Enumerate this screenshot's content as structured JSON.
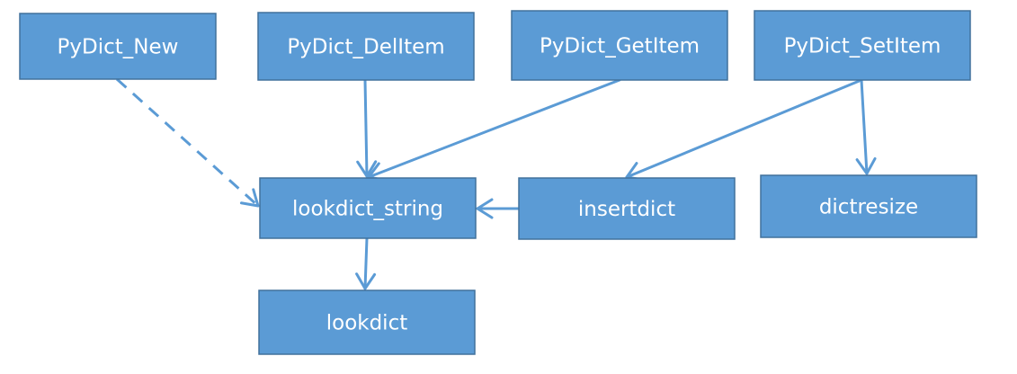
{
  "colors": {
    "node_fill": "#5b9bd5",
    "node_border": "#41719c",
    "node_text": "#ffffff",
    "edge": "#5b9bd5"
  },
  "nodes": [
    {
      "id": "pydict_new",
      "label": "PyDict_New"
    },
    {
      "id": "pydict_delitem",
      "label": "PyDict_DelItem"
    },
    {
      "id": "pydict_getitem",
      "label": "PyDict_GetItem"
    },
    {
      "id": "pydict_setitem",
      "label": "PyDict_SetItem"
    },
    {
      "id": "lookdict_string",
      "label": "lookdict_string"
    },
    {
      "id": "insertdict",
      "label": "insertdict"
    },
    {
      "id": "dictresize",
      "label": "dictresize"
    },
    {
      "id": "lookdict",
      "label": "lookdict"
    }
  ],
  "edges": [
    {
      "from": "pydict_new",
      "to": "lookdict_string",
      "style": "dashed"
    },
    {
      "from": "pydict_delitem",
      "to": "lookdict_string",
      "style": "solid"
    },
    {
      "from": "pydict_getitem",
      "to": "lookdict_string",
      "style": "solid"
    },
    {
      "from": "pydict_setitem",
      "to": "insertdict",
      "style": "solid"
    },
    {
      "from": "pydict_setitem",
      "to": "dictresize",
      "style": "solid"
    },
    {
      "from": "insertdict",
      "to": "lookdict_string",
      "style": "solid"
    },
    {
      "from": "lookdict_string",
      "to": "lookdict",
      "style": "solid"
    }
  ]
}
